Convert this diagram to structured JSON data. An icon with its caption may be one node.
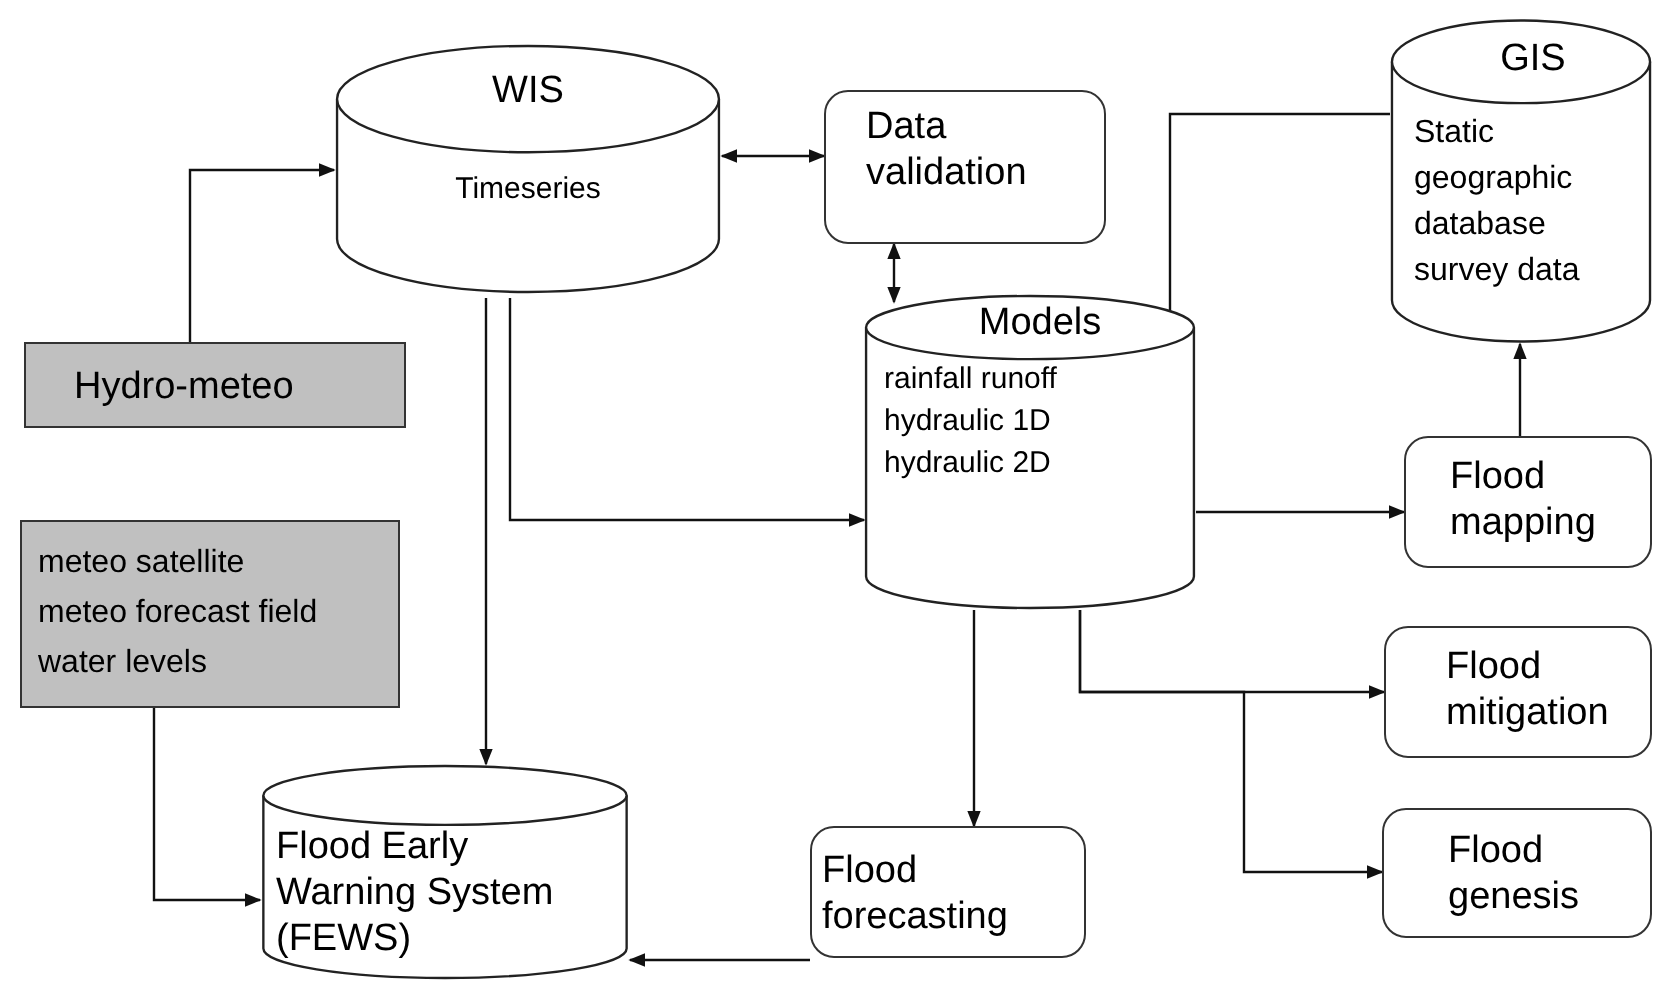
{
  "diagram": {
    "nodes": [
      {
        "text": [
          "WIS",
          "Timeseries"
        ]
      },
      {
        "text": [
          "Data validation"
        ]
      },
      {
        "text": [
          "GIS",
          "Static geographic database survey data"
        ]
      },
      {
        "text": [
          "Hydro-meteo"
        ]
      },
      {
        "text": [
          "Models",
          "rainfall runoff",
          "hydraulic 1D",
          "hydraulic 2D"
        ]
      },
      {
        "text": [
          "Flood mapping"
        ]
      },
      {
        "text": [
          "meteo satellite",
          "meteo forecast field",
          "water levels"
        ]
      },
      {
        "text": [
          "Flood mitigation"
        ]
      },
      {
        "text": [
          "Flood Early Warning System (FEWS)"
        ]
      },
      {
        "text": [
          "Flood forecasting"
        ]
      },
      {
        "text": [
          "Flood genesis"
        ]
      }
    ],
    "edges": [
      {
        "from": 3,
        "to": 0,
        "arrow": "to"
      },
      {
        "from": 0,
        "to": 1,
        "arrow": "both"
      },
      {
        "from": 1,
        "to": 4,
        "arrow": "both"
      },
      {
        "from": 2,
        "to": 4,
        "arrow": "to"
      },
      {
        "from": 0,
        "to": 4,
        "arrow": "to"
      },
      {
        "from": 0,
        "to": 8,
        "arrow": "to"
      },
      {
        "from": 4,
        "to": 5,
        "arrow": "to"
      },
      {
        "from": 4,
        "to": 7,
        "arrow": "to"
      },
      {
        "from": 4,
        "to": 10,
        "arrow": "to"
      },
      {
        "from": 4,
        "to": 9,
        "arrow": "to"
      },
      {
        "from": 9,
        "to": 8,
        "arrow": "to"
      },
      {
        "from": 6,
        "to": 8,
        "arrow": "to"
      },
      {
        "from": 5,
        "to": 2,
        "arrow": "to"
      }
    ]
  }
}
